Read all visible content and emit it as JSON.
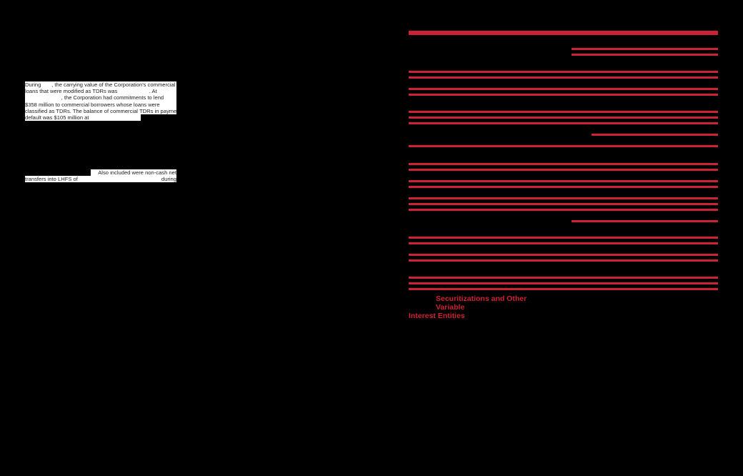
{
  "left_column": {
    "paragraph1_lines": [
      "During       , the carrying value of the Corporation's commercial",
      "loans that were modified as TDRs was                     . At",
      "                        , the Corporation had commitments to lend",
      "$358 million to commercial borrowers whose loans were",
      "classified as TDRs. The balance of commercial TDRs in payment",
      "default was $105 million at"
    ],
    "paragraph2_lines": [
      "Also included were non-cash net",
      "transfers into LHFS of",
      "during"
    ]
  },
  "right_column": {
    "heading_line1": "Securitizations and Other Variable",
    "heading_line2": "Interest Entities"
  },
  "colors": {
    "accent": "#cc2233",
    "background": "#000000"
  }
}
